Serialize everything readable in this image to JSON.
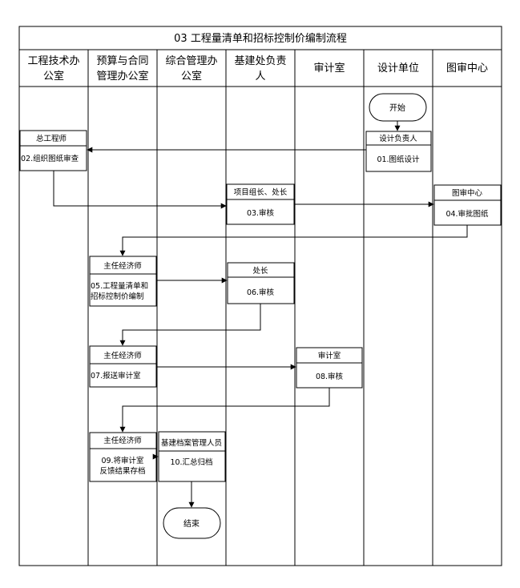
{
  "title": "03 工程量清单和招标控制价编制流程",
  "lanes": [
    {
      "line1": "工程技术办",
      "line2": "公室"
    },
    {
      "line1": "预算与合同",
      "line2": "管理办公室"
    },
    {
      "line1": "综合管理办",
      "line2": "公室"
    },
    {
      "line1": "基建处负责",
      "line2": "人"
    },
    {
      "line1": "审计室",
      "line2": ""
    },
    {
      "line1": "设计单位",
      "line2": ""
    },
    {
      "line1": "图审中心",
      "line2": ""
    }
  ],
  "start": "开始",
  "end": "结束",
  "steps": {
    "s01": {
      "role": "设计负责人",
      "line1": "01.图纸设计",
      "line2": ""
    },
    "s02": {
      "role": "总工程师",
      "line1": "02.组织图纸审查",
      "line2": ""
    },
    "s03": {
      "role": "项目组长、处长",
      "line1": "03.审核",
      "line2": ""
    },
    "s04": {
      "role": "图审中心",
      "line1": "04.审批图纸",
      "line2": ""
    },
    "s05": {
      "role": "主任经济师",
      "line1": "05.工程量清单和",
      "line2": "招标控制价编制"
    },
    "s06": {
      "role": "处长",
      "line1": "06.审核",
      "line2": ""
    },
    "s07": {
      "role": "主任经济师",
      "line1": "07.报送审计室",
      "line2": ""
    },
    "s08": {
      "role": "审计室",
      "line1": "08.审核",
      "line2": ""
    },
    "s09": {
      "role": "主任经济师",
      "line1": "09.将审计室",
      "line2": "反馈结果存档"
    },
    "s10": {
      "role": "基建档案管理人员",
      "line1": "10.汇总归档",
      "line2": ""
    }
  }
}
